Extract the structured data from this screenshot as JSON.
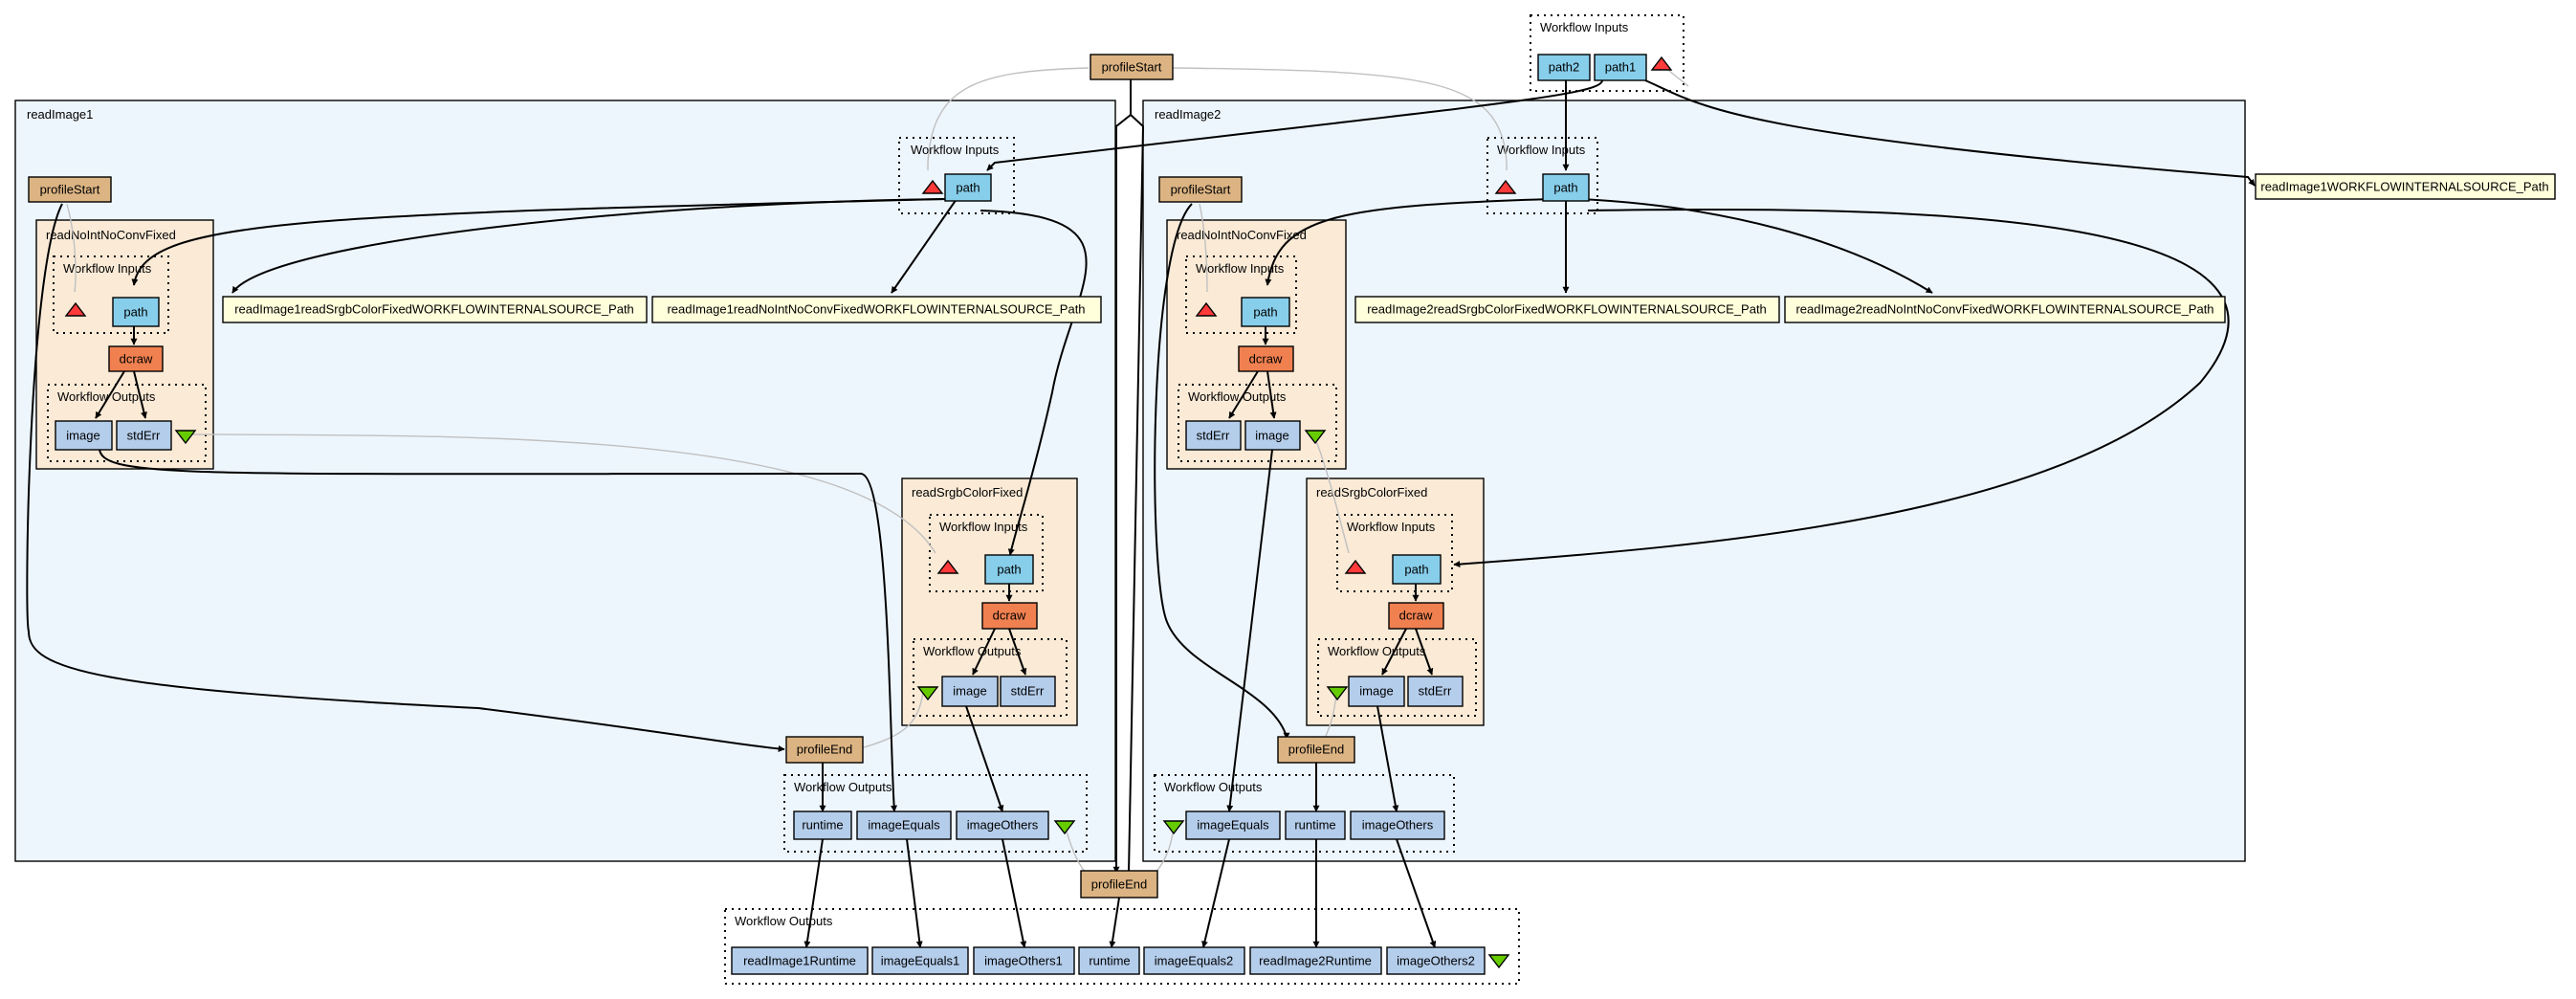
{
  "colors": {
    "cluster_outer": "#eef6fd",
    "cluster_inner": "#faead6",
    "profile": "#dcb483",
    "path": "#87ceeb",
    "output": "#b4cdeb",
    "dcraw": "#f08050",
    "literal": "#ffffdc",
    "up_triangle": "#ff3a3a",
    "down_triangle": "#66cc00"
  },
  "clusters": {
    "readImage1": "readImage1",
    "readImage2": "readImage2",
    "noConv": "readNoIntNoConvFixed",
    "srgb": "readSrgbColorFixed",
    "workflow_inputs": "Workflow Inputs",
    "workflow_outputs": "Workflow Outputs"
  },
  "nodes": {
    "profile_start": "profileStart",
    "profile_end": "profileEnd",
    "path": "path",
    "path1": "path1",
    "path2": "path2",
    "dcraw": "dcraw",
    "image": "image",
    "std_err": "stdErr",
    "runtime": "runtime",
    "image_equals": "imageEquals",
    "image_others": "imageOthers",
    "lit_r1_srgb": "readImage1readSrgbColorFixedWORKFLOWINTERNALSOURCE_Path",
    "lit_r1_noconv": "readImage1readNoIntNoConvFixedWORKFLOWINTERNALSOURCE_Path",
    "lit_r2_srgb": "readImage2readSrgbColorFixedWORKFLOWINTERNALSOURCE_Path",
    "lit_r2_noconv": "readImage2readNoIntNoConvFixedWORKFLOWINTERNALSOURCE_Path",
    "lit_r1_path": "readImage1WORKFLOWINTERNALSOURCE_Path",
    "out_r1_runtime": "readImage1Runtime",
    "out_equals1": "imageEquals1",
    "out_others1": "imageOthers1",
    "out_runtime": "runtime",
    "out_equals2": "imageEquals2",
    "out_r2_runtime": "readImage2Runtime",
    "out_others2": "imageOthers2"
  }
}
